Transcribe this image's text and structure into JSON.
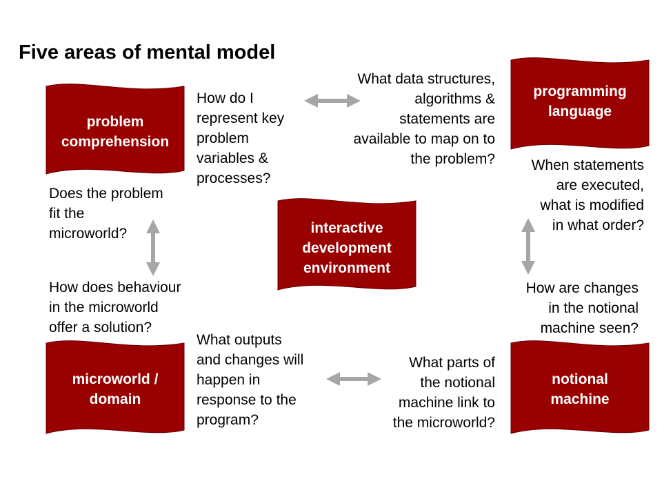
{
  "title": "Five areas of mental model",
  "colors": {
    "banner_fill": "#990000",
    "banner_stroke": "#6b0000",
    "arrow": "#a6a6a6"
  },
  "banners": {
    "problem": "problem\ncomprehension",
    "language": "programming\nlanguage",
    "ide": "interactive\ndevelopment\nenvironment",
    "microworld": "microworld /\ndomain",
    "machine": "notional\nmachine"
  },
  "questions": {
    "represent": "How do I\nrepresent key\nproblem\nvariables &\nprocesses?",
    "structures": "What data structures,\nalgorithms &\nstatements are\navailable to map on to\nthe problem?",
    "fit": "Does the problem\nfit the\nmicroworld?",
    "executed": "When statements\nare executed,\nwhat is modified\nin what order?",
    "behaviour": "How does behaviour\nin the microworld\noffer a solution?",
    "changes": "How are changes\nin the notional\nmachine seen?",
    "outputs": "What outputs\nand changes will\nhappen in\nresponse to the\nprogram?",
    "parts": "What parts of\nthe notional\nmachine link to\nthe microworld?"
  }
}
